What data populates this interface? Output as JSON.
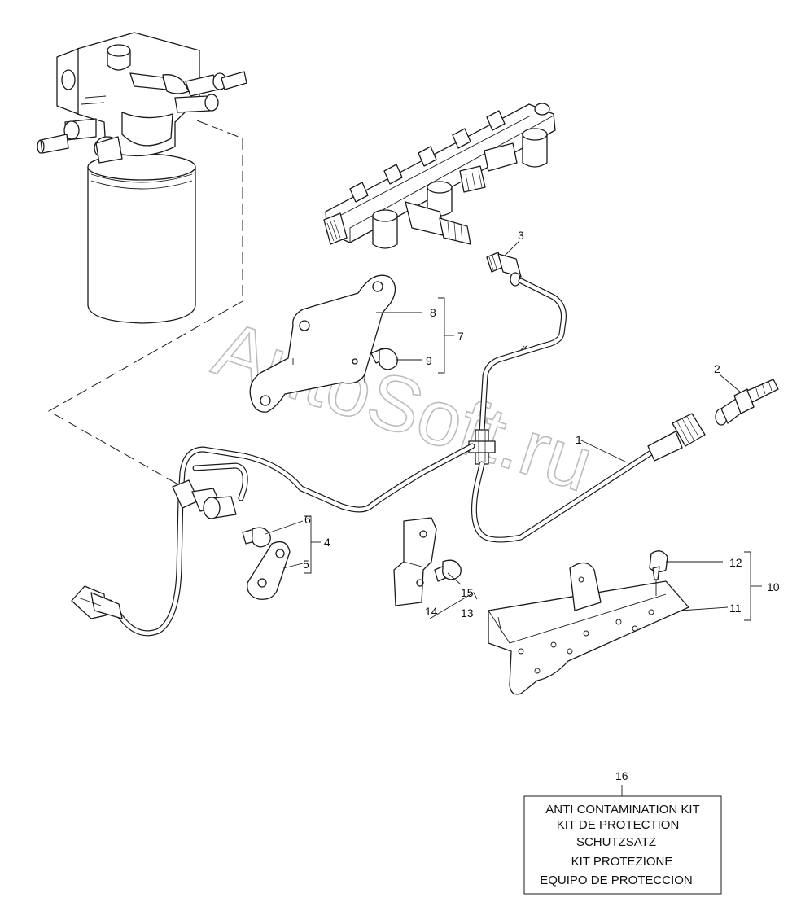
{
  "watermark": "AutoSoft.ru",
  "callouts": {
    "c1": "1",
    "c2": "2",
    "c3": "3",
    "c4": "4",
    "c5": "5",
    "c6": "6",
    "c7": "7",
    "c8": "8",
    "c9": "9",
    "c10": "10",
    "c11": "11",
    "c12": "12",
    "c13": "13",
    "c14": "14",
    "c15": "15",
    "c16": "16"
  },
  "kit_box": {
    "lines": [
      "ANTI CONTAMINATION KIT",
      "KIT DE PROTECTION",
      "SCHUTZSATZ",
      "KIT PROTEZIONE",
      "EQUIPO DE PROTECCION"
    ]
  }
}
